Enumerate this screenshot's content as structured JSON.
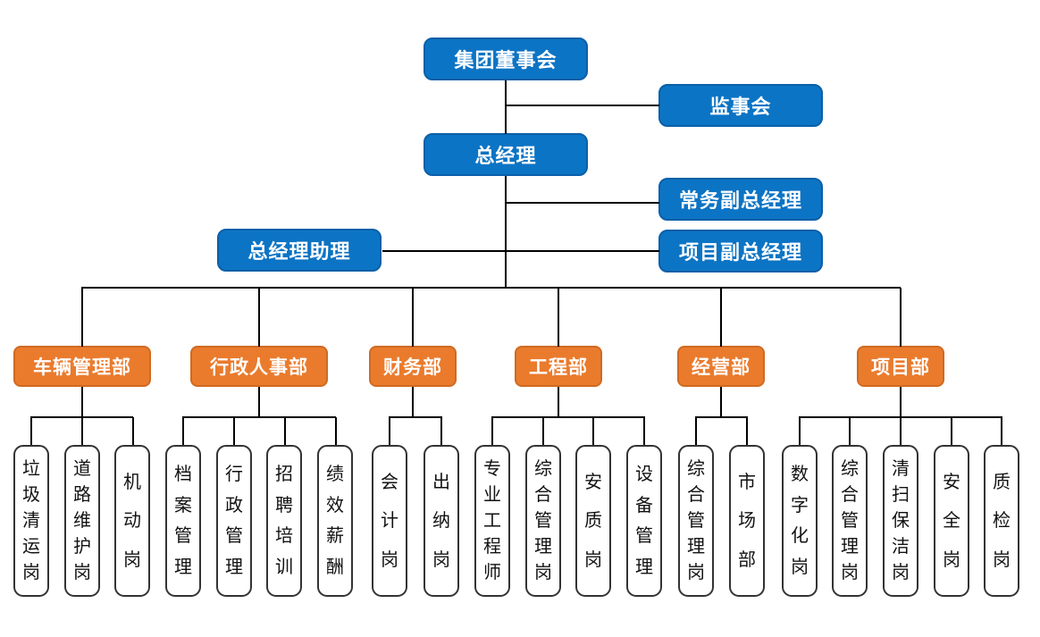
{
  "org_chart": {
    "top_nodes": {
      "board": "集团董事会",
      "supervisory": "监事会",
      "gm": "总经理",
      "deputy_exec": "常务副总经理",
      "gm_assistant": "总经理助理",
      "deputy_project": "项目副总经理"
    },
    "departments": [
      {
        "label": "车辆管理部",
        "positions": [
          "垃圾清运岗",
          "道路维护岗",
          "机动岗"
        ]
      },
      {
        "label": "行政人事部",
        "positions": [
          "档案管理",
          "行政管理",
          "招聘培训",
          "绩效薪酬"
        ]
      },
      {
        "label": "财务部",
        "positions": [
          "会计岗",
          "出纳岗"
        ]
      },
      {
        "label": "工程部",
        "positions": [
          "专业工程师",
          "综合管理岗",
          "安质岗",
          "设备管理"
        ]
      },
      {
        "label": "经营部",
        "positions": [
          "综合管理岗",
          "市场部"
        ]
      },
      {
        "label": "项目部",
        "positions": [
          "数字化岗",
          "综合管理岗",
          "清扫保洁岗",
          "安全岗",
          "质检岗"
        ]
      }
    ],
    "colors": {
      "blue": "#0c74c4",
      "blue_border": "#0b5fa8",
      "orange": "#ea7b2d",
      "orange_border": "#cf6a22",
      "pos_border": "#333333",
      "line": "#000000"
    }
  }
}
